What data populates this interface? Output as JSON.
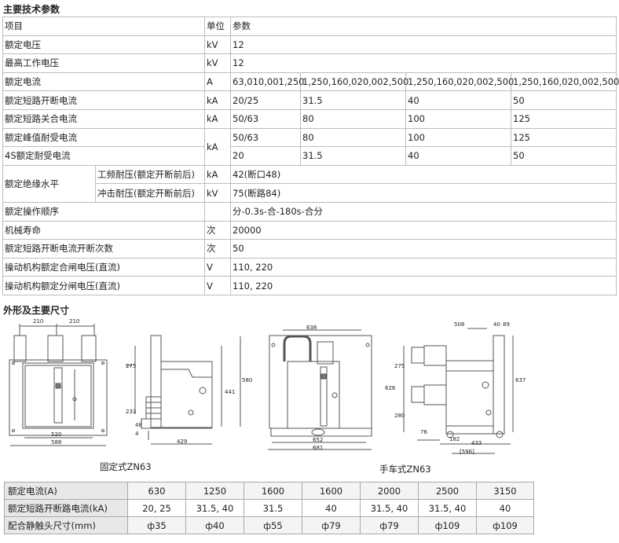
{
  "headings": {
    "params": "主要技术参数",
    "dims": "外形及主要尺寸"
  },
  "spec": {
    "header": {
      "item": "项目",
      "unit": "单位",
      "param": "参数"
    },
    "rated_voltage": {
      "label": "额定电压",
      "unit": "kV",
      "value": "12"
    },
    "max_voltage": {
      "label": "最高工作电压",
      "unit": "kV",
      "value": "12"
    },
    "rated_current": {
      "label": "额定电流",
      "unit": "A",
      "v1": "63,010,001,250",
      "v2": "1,250,160,020,002,500",
      "v3": "1,250,160,020,002,500",
      "v4": "1,250,160,020,002,500"
    },
    "break_current": {
      "label": "额定短路开断电流",
      "unit": "kA",
      "v1": "20/25",
      "v2": "31.5",
      "v3": "40",
      "v4": "50"
    },
    "make_current": {
      "label": "额定短路关合电流",
      "unit": "kA",
      "v1": "50/63",
      "v2": "80",
      "v3": "100",
      "v4": "125"
    },
    "peak_current": {
      "label": "额定峰值耐受电流",
      "unit": "kA",
      "v1": "50/63",
      "v2": "80",
      "v3": "100",
      "v4": "125"
    },
    "short_time": {
      "label": "4S额定耐受电流",
      "v1": "20",
      "v2": "31.5",
      "v3": "40",
      "v4": "50"
    },
    "insulation": {
      "label": "额定绝缘水平",
      "pf_label": "工频耐压(额定开断前后)",
      "pf_unit": "kA",
      "pf_value": "42(断口48)",
      "imp_label": "冲击耐压(额定开断前后)",
      "imp_unit": "kV",
      "imp_value": "75(断路84)"
    },
    "sequence": {
      "label": "额定操作顺序",
      "unit": "",
      "value": "分-0.3s-合-180s-合分"
    },
    "mech_life": {
      "label": "机械寿命",
      "unit": "次",
      "value": "20000"
    },
    "break_times": {
      "label": "额定短路开断电流开断次数",
      "unit": "次",
      "value": "50"
    },
    "close_voltage": {
      "label": "操动机构额定合闸电压(直流)",
      "unit": "V",
      "value": "110, 220"
    },
    "open_voltage": {
      "label": "操动机构额定分闸电压(直流)",
      "unit": "V",
      "value": "110, 220"
    }
  },
  "drawing": {
    "caption_fixed": "固定式ZN63",
    "caption_truck": "手车式ZN63",
    "d210a": "210",
    "d210b": "210",
    "d520": "520",
    "d588": "588",
    "d275a": "275",
    "d233": "233",
    "d48": "48",
    "d4": "4",
    "d429": "429",
    "d441": "441",
    "d580": "580",
    "d638": "638",
    "d652": "652",
    "d681": "681",
    "d508": "508",
    "d40": "40",
    "d89": "89",
    "d275b": "275",
    "d626": "626",
    "d280": "280",
    "d76": "76",
    "d182": "182",
    "d433": "433",
    "d596": "[596]",
    "d637": "637"
  },
  "dim_table": {
    "row1_label": "额定电流(A)",
    "row1": [
      "630",
      "1250",
      "1600",
      "1600",
      "2000",
      "2500",
      "3150"
    ],
    "row2_label": "额定短路开断路电流(kA)",
    "row2": [
      "20, 25",
      "31.5, 40",
      "31.5",
      "40",
      "31.5, 40",
      "31.5, 40",
      "40"
    ],
    "row3_label": "配合静触头尺寸(mm)",
    "row3": [
      "ф35",
      "ф40",
      "ф55",
      "ф79",
      "ф79",
      "ф109",
      "ф109"
    ]
  }
}
